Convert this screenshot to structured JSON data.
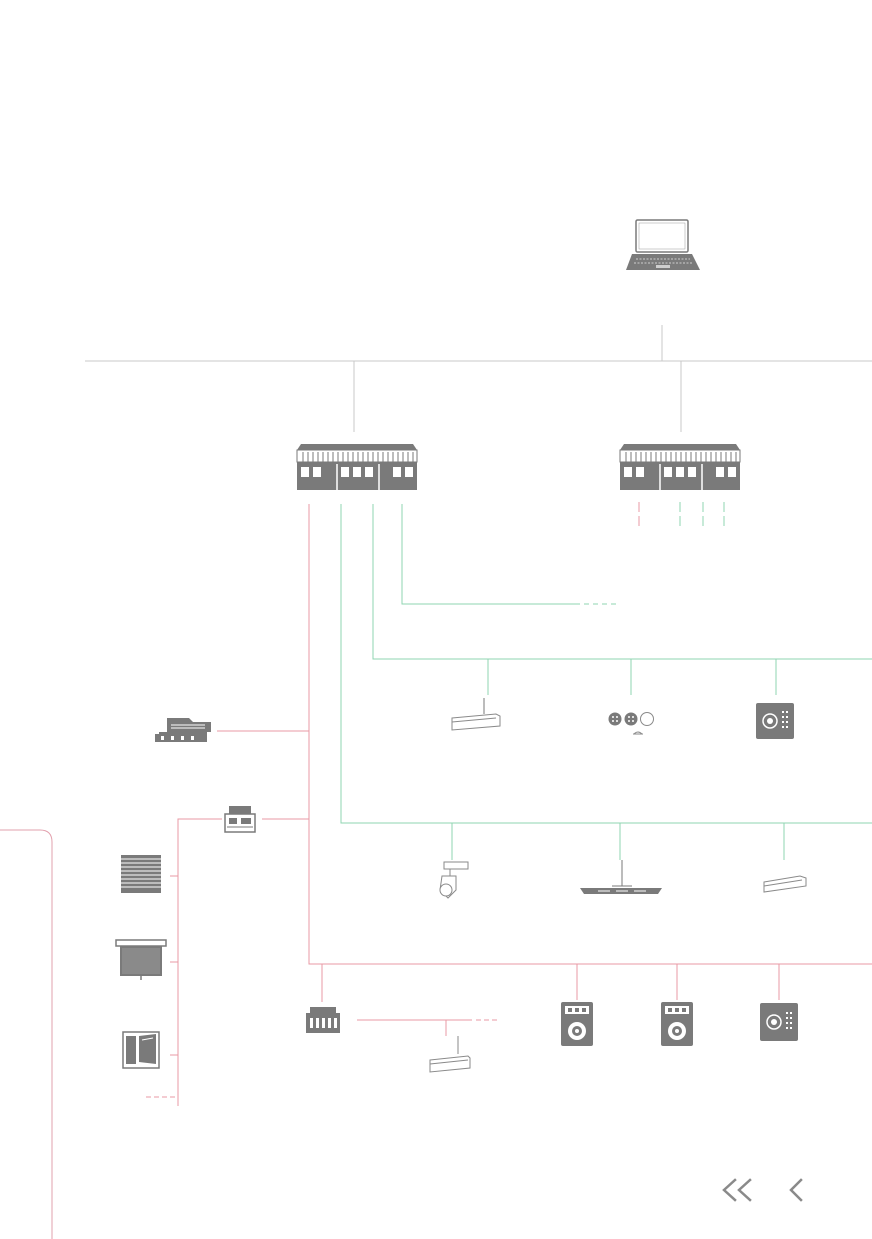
{
  "colors": {
    "background": "#ffffff",
    "network_line": "#c9c9c9",
    "red_bus": "#e89aa4",
    "green_bus": "#8fd4b2",
    "device_fill": "#7a7a7a",
    "device_outline": "#8a8a8a",
    "nav_icon": "#8a8a8a",
    "frame_line": "#e2a0ad"
  },
  "diagram": {
    "nodes": [
      {
        "id": "laptop",
        "icon": "laptop-icon"
      },
      {
        "id": "controller-1",
        "icon": "din-rail-controller-icon"
      },
      {
        "id": "controller-2",
        "icon": "din-rail-controller-icon"
      },
      {
        "id": "gateway",
        "icon": "gateway-module-icon"
      },
      {
        "id": "actuator-1",
        "icon": "small-actuator-icon"
      },
      {
        "id": "actuator-2",
        "icon": "small-actuator-icon"
      },
      {
        "id": "venetian-blind",
        "icon": "venetian-blind-icon"
      },
      {
        "id": "projection-screen",
        "icon": "projection-screen-icon"
      },
      {
        "id": "window",
        "icon": "window-icon"
      },
      {
        "id": "pendant-light-1",
        "icon": "pendant-light-icon"
      },
      {
        "id": "sensor-cluster",
        "icon": "sensor-cluster-icon"
      },
      {
        "id": "control-panel-1",
        "icon": "control-panel-icon"
      },
      {
        "id": "track-spotlight",
        "icon": "track-spotlight-icon"
      },
      {
        "id": "linear-light",
        "icon": "linear-light-icon"
      },
      {
        "id": "ceiling-light",
        "icon": "ceiling-light-icon"
      },
      {
        "id": "rotary-dimmer-1",
        "icon": "rotary-dimmer-icon"
      },
      {
        "id": "rotary-dimmer-2",
        "icon": "rotary-dimmer-icon"
      },
      {
        "id": "control-panel-2",
        "icon": "control-panel-icon"
      },
      {
        "id": "pendant-light-2",
        "icon": "pendant-light-icon"
      }
    ]
  },
  "navigation": {
    "first_icon": "double-chevron-left-icon",
    "prev_icon": "chevron-left-icon"
  }
}
